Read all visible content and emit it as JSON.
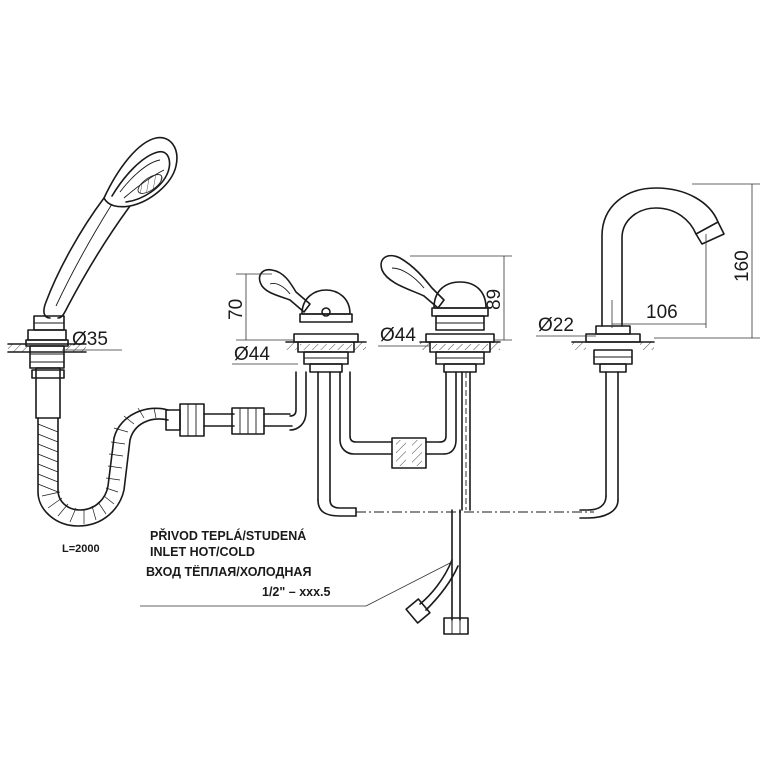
{
  "dimensions": {
    "hand_shower_diameter": "Ø35",
    "mixer_left_diameter": "Ø44",
    "mixer_left_height": "70",
    "mixer_right_diameter": "Ø44",
    "mixer_right_height": "89",
    "spout_diameter": "Ø22",
    "spout_reach": "106",
    "spout_height": "160"
  },
  "hose_length": "L=2000",
  "inlet_note": {
    "line_cz": "PŘIVOD TEPLÁ/STUDENÁ",
    "line_en": "INLET HOT/COLD",
    "line_ru": "ВХОД ТЁПЛАЯ/ХОЛОДНАЯ",
    "thread": "1/2\"  –  xxx.5"
  }
}
